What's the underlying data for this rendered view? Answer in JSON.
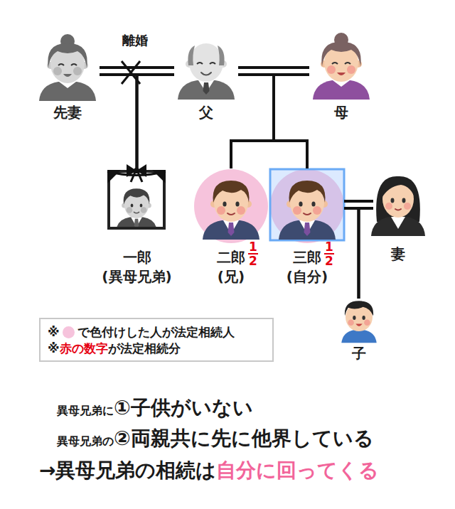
{
  "diagram": {
    "nodes": [
      {
        "text": [
          "先妻"
        ]
      },
      {
        "text": [
          "父"
        ]
      },
      {
        "text": [
          "母"
        ]
      },
      {
        "text": [
          "一郎",
          "(異母兄弟)"
        ]
      },
      {
        "text": [
          "二郎",
          "(兄)"
        ]
      },
      {
        "text": [
          "三郎",
          "(自分)"
        ]
      },
      {
        "text": [
          "妻"
        ]
      },
      {
        "text": [
          "子"
        ]
      }
    ],
    "edges": [
      {
        "from": 0,
        "to": 1,
        "arrow": "none"
      },
      {
        "from": 1,
        "to": 2,
        "arrow": "none"
      },
      {
        "from": 0,
        "to": 3,
        "arrow": "none"
      },
      {
        "from": 1,
        "to": 3,
        "arrow": "none"
      },
      {
        "from": 1,
        "to": 4,
        "arrow": "none"
      },
      {
        "from": 2,
        "to": 4,
        "arrow": "none"
      },
      {
        "from": 1,
        "to": 5,
        "arrow": "none"
      },
      {
        "from": 2,
        "to": 5,
        "arrow": "none"
      },
      {
        "from": 5,
        "to": 6,
        "arrow": "none"
      },
      {
        "from": 5,
        "to": 7,
        "arrow": "none"
      },
      {
        "from": 6,
        "to": 7,
        "arrow": "none"
      }
    ],
    "labels": [
      "離婚",
      "1",
      "2",
      "1",
      "2",
      "※",
      "※",
      "赤の数字",
      "が法定相続分",
      "異母兄弟に",
      "①子供がいない",
      "異母兄弟の",
      "②両親共に先に他界している",
      "→異母兄弟の相続は",
      "自分に回ってくる"
    ],
    "legend": [
      {
        "text": "で色付けした人が法定相続人",
        "color": "#f6c3dc"
      }
    ]
  }
}
